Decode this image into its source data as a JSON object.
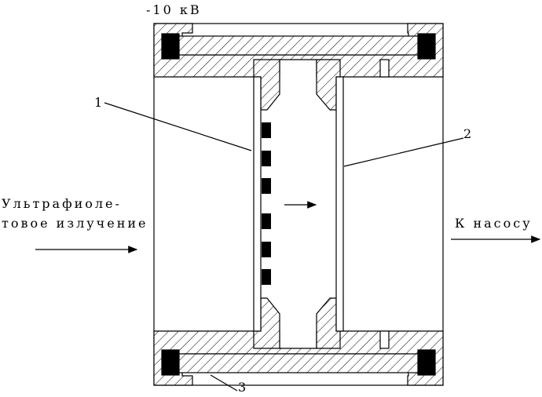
{
  "labels": {
    "voltage": "-10 кВ",
    "uv_line1": "Ультрафиоле-",
    "uv_line2": "товое излучение",
    "to_pump": "К насосу",
    "n1": "1",
    "n2": "2",
    "n3": "3"
  }
}
